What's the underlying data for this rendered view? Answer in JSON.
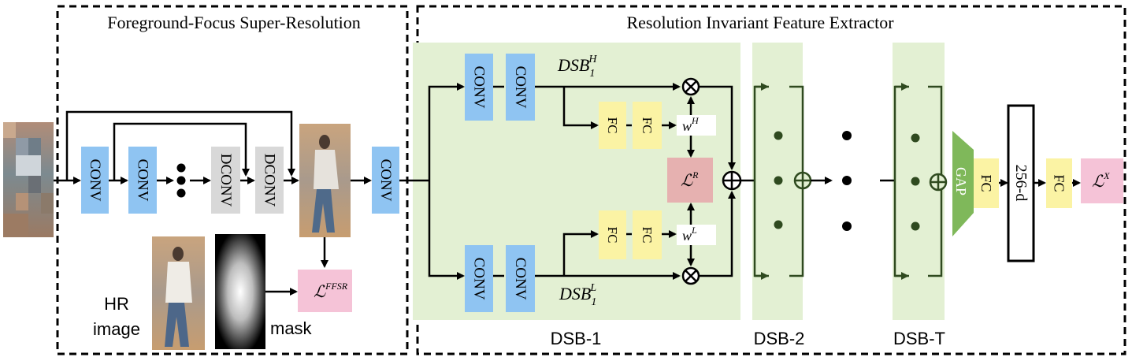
{
  "colors": {
    "conv": "#8fc4f2",
    "dconv": "#d8d8d8",
    "fc": "#fbf3a4",
    "loss": "#f5c3d7",
    "lossR": "#e6b1b0",
    "dsb_bg": "#e3f0d3",
    "gap": "#7fb85a",
    "line": "#000000",
    "dsb_bracket": "#2f4a1f"
  },
  "sections": {
    "ffsr_title": "Foreground-Focus Super-Resolution",
    "rife_title": "Resolution Invariant Feature Extractor"
  },
  "blocks": {
    "conv": "CONV",
    "dconv": "DCONV",
    "fc": "FC",
    "gap": "GAP",
    "feat": "256-d"
  },
  "labels": {
    "hr_line1": "HR",
    "hr_line2": "image",
    "mask": "mask",
    "dsb1": "DSB-1",
    "dsb2": "DSB-2",
    "dsbT": "DSB-T"
  },
  "math": {
    "dsb_base": "DSB",
    "sub1": "1",
    "sup_H": "H",
    "sup_L": "L",
    "w": "w",
    "loss_L": "ℒ",
    "sup_R": "R",
    "sup_FFSR": "FFSR",
    "sup_X": "X"
  },
  "icons": {
    "multiply": "multiply-icon",
    "add": "add-icon"
  }
}
